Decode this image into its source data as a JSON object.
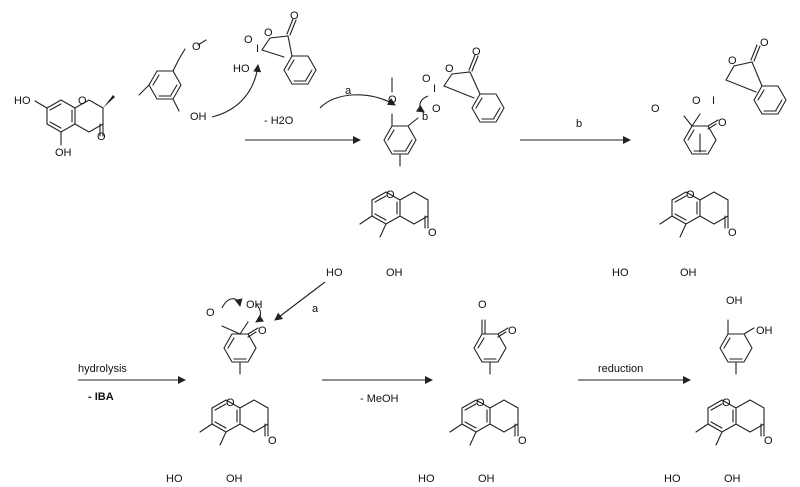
{
  "atoms": {
    "HO": "HO",
    "OH": "OH",
    "O": "O",
    "I": "I",
    "b": "b"
  },
  "arrows": {
    "step1_label": "- H2O",
    "step1_letter": "a",
    "step2_label": "b",
    "step3_letter": "a",
    "step4_label_top": "hydrolysis",
    "step4_label_bottom": "- IBA",
    "step5_label": "- MeOH",
    "step6_label": "reduction"
  },
  "colors": {
    "ink": "#222222",
    "background": "#ffffff"
  }
}
